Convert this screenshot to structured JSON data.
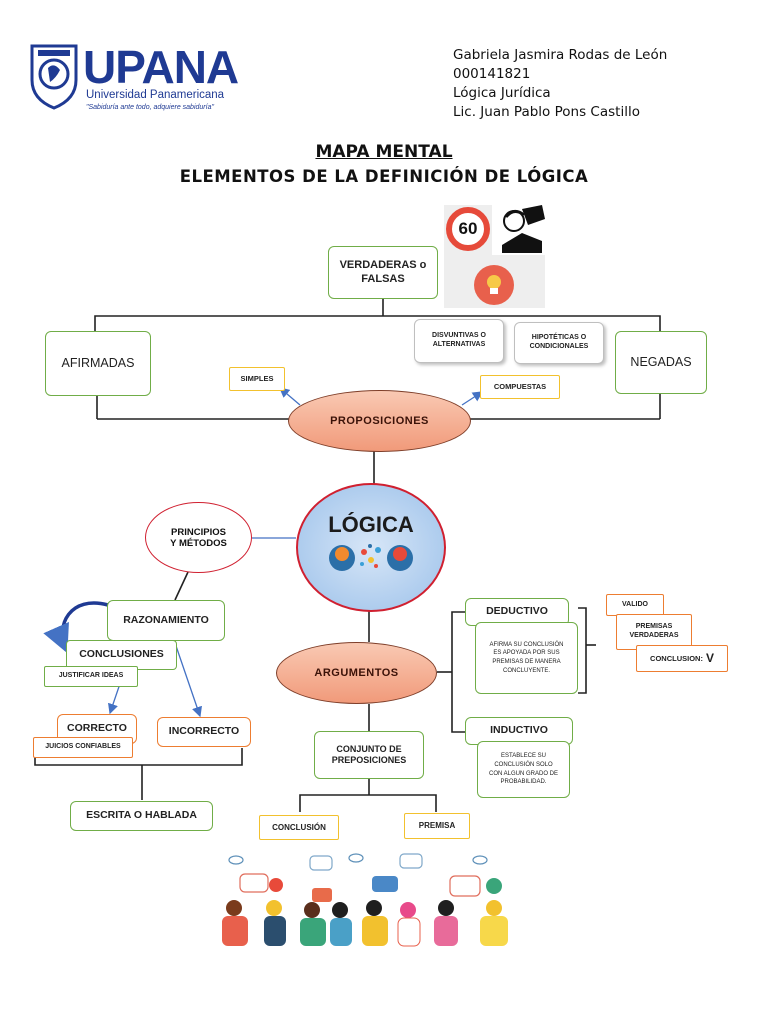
{
  "logo": {
    "name": "UPANA",
    "subtitle": "Universidad Panamericana",
    "motto": "\"Sabiduría ante todo, adquiere sabiduría\""
  },
  "header": {
    "author": "Gabriela Jasmira Rodas de León",
    "student_id": "000141821",
    "course": "Lógica Jurídica",
    "teacher": "Lic. Juan Pablo Pons Castillo"
  },
  "title": "MAPA MENTAL",
  "subtitle": "ELEMENTOS DE LA DEFINICIÓN DE LÓGICA",
  "speed_sign": "60",
  "nodes": {
    "verdaderas": "VERDADERAS o FALSAS",
    "afirmadas": "AFIRMADAS",
    "negadas": "NEGADAS",
    "disyuntivas": "DISVUNTIVAS O ALTERNATIVAS",
    "hipoteticas": "HIPOTÉTICAS O CONDICIONALES",
    "simples": "SIMPLES",
    "compuestas": "COMPUESTAS",
    "proposiciones": "PROPOSICIONES",
    "logica": "LÓGICA",
    "principios": "PRINCIPIOS Y MÉTODOS",
    "razonamiento": "RAZONAMIENTO",
    "conclusiones": "CONCLUSIONES",
    "justificar": "JUSTIFICAR IDEAS",
    "correcto": "CORRECTO",
    "juicios": "JUICIOS CONFIABLES",
    "incorrecto": "INCORRECTO",
    "escrita": "ESCRITA O HABLADA",
    "argumentos": "ARGUMENTOS",
    "conjunto": "CONJUNTO DE PREPOSICIONES",
    "conclusion": "CONCLUSIÓN",
    "premisa": "PREMISA",
    "deductivo": "DEDUCTIVO",
    "deductivo_desc": "AFIRMA SU CONCLUSIÓN ES APOYADA POR SUS PREMISAS DE MANERA CONCLUYENTE.",
    "inductivo": "INDUCTIVO",
    "inductivo_desc": "ESTABLECE SU CONCLUSIÓN SOLO CON ALGUN GRADO DE PROBABILIDAD.",
    "valido": "VALIDO",
    "premisas_verdaderas": "PREMISAS VERDADERAS",
    "conclusion_v": "CONCLUSION:",
    "conclusion_v_mark": "V"
  },
  "colors": {
    "green": "#70ad47",
    "yellow": "#f2c12e",
    "orange": "#ed7d31",
    "blue": "#4472c4",
    "navy": "#1f3a93"
  }
}
